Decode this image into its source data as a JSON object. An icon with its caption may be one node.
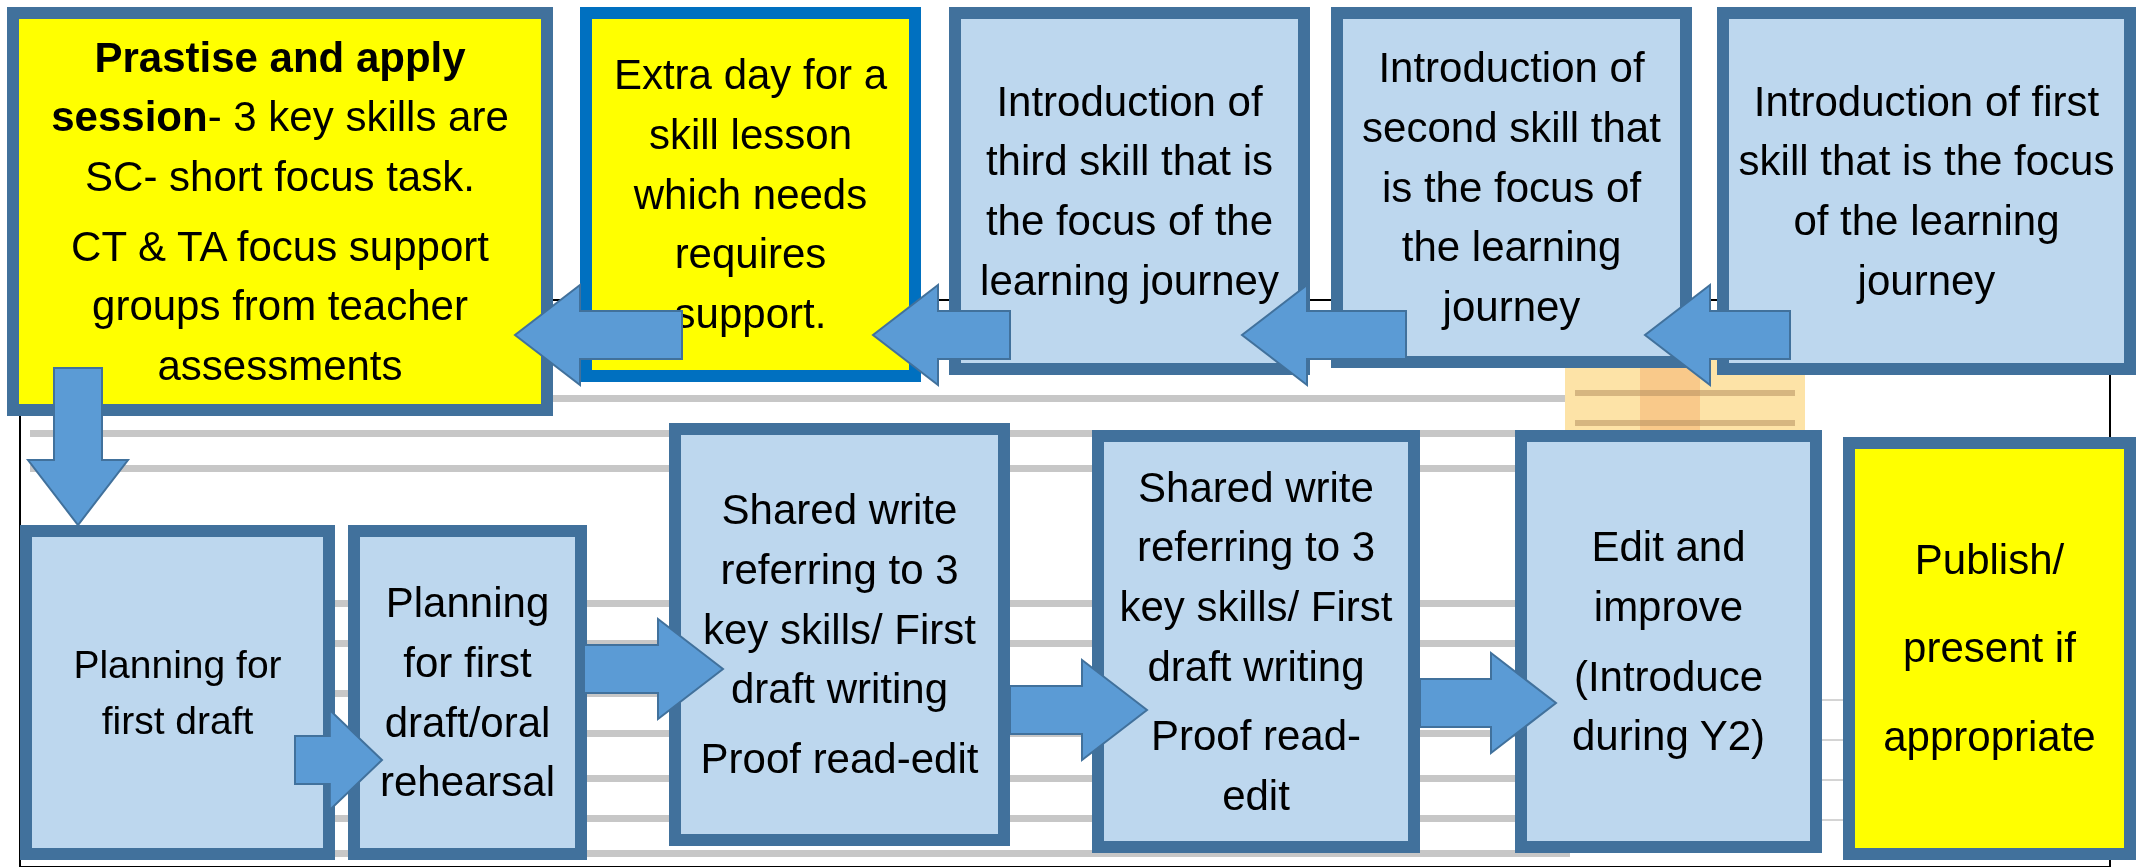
{
  "diagram": {
    "nodes": [
      {
        "text": [
          "**Prastise and apply session**- 3 key skills are SC- short focus task.",
          "CT & TA focus support groups from teacher assessments"
        ]
      },
      {
        "text": [
          "Extra day for a skill lesson which needs requires support."
        ]
      },
      {
        "text": [
          "Introduction of third skill that is the focus of the learning journey"
        ]
      },
      {
        "text": [
          "Introduction of second skill that is the focus of the learning journey"
        ]
      },
      {
        "text": [
          "Introduction of first skill that is the focus of the learning journey"
        ]
      },
      {
        "text": [
          "Planning for first draft"
        ]
      },
      {
        "text": [
          "Planning for first draft/oral rehearsal"
        ]
      },
      {
        "text": [
          "Shared write referring to 3 key skills/ First draft writing",
          "Proof read-edit"
        ]
      },
      {
        "text": [
          "Shared write referring to 3 key skills/ First draft writing",
          "Proof read- edit"
        ]
      },
      {
        "text": [
          "Edit and improve",
          "(Introduce during Y2)"
        ]
      },
      {
        "text": [
          "Publish/ present if appropriate"
        ]
      }
    ],
    "edges": [
      {
        "from": 4,
        "to": 3,
        "arrow": "to"
      },
      {
        "from": 3,
        "to": 2,
        "arrow": "to"
      },
      {
        "from": 2,
        "to": 1,
        "arrow": "to"
      },
      {
        "from": 1,
        "to": 0,
        "arrow": "to"
      },
      {
        "from": 0,
        "to": 5,
        "arrow": "to"
      },
      {
        "from": 5,
        "to": 6,
        "arrow": "to"
      },
      {
        "from": 6,
        "to": 7,
        "arrow": "to"
      },
      {
        "from": 7,
        "to": 8,
        "arrow": "to"
      },
      {
        "from": 8,
        "to": 9,
        "arrow": "to"
      }
    ]
  }
}
